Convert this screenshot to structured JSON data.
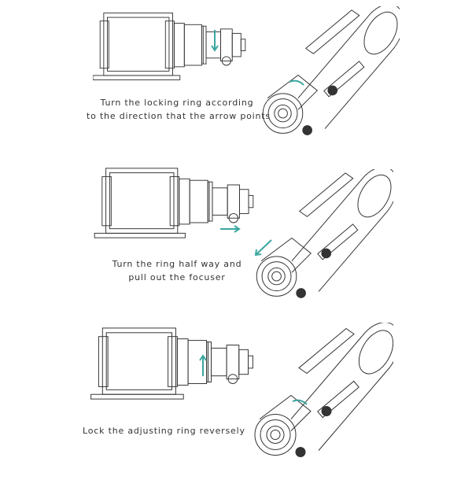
{
  "colors": {
    "line": "#333333",
    "arrow": "#3aa6a0"
  },
  "steps": [
    {
      "line1": "Turn the locking ring according",
      "line2": "to the direction that the arrow points",
      "arrow": "down-on-ring"
    },
    {
      "line1": "Turn the ring half way and",
      "line2": "pull out the focuser",
      "arrow": "pull-right"
    },
    {
      "line1": "Lock the adjusting ring reversely",
      "line2": "",
      "arrow": "up-on-ring"
    }
  ]
}
